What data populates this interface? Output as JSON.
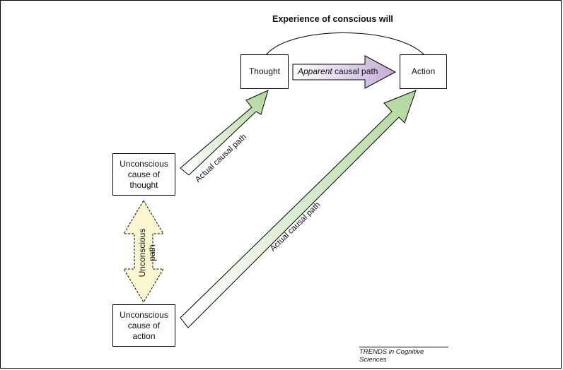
{
  "title": "Experience of conscious will",
  "nodes": {
    "thought": "Thought",
    "action": "Action",
    "unconscious_thought": [
      "Unconscious",
      "cause of",
      "thought"
    ],
    "unconscious_action": [
      "Unconscious",
      "cause of",
      "action"
    ]
  },
  "paths": {
    "apparent_italic": "Apparent",
    "apparent_rest": " causal path",
    "actual_thought": "Actual causal path",
    "actual_action": "Actual causal path",
    "unconscious": [
      "Unconscious",
      "path"
    ]
  },
  "credit": {
    "journal": "TRENDS",
    "rest": " in Cognitive Sciences"
  },
  "colors": {
    "green": "#b9dba6",
    "purple": "#c9b2d8",
    "yellow": "#fbf6cf"
  }
}
